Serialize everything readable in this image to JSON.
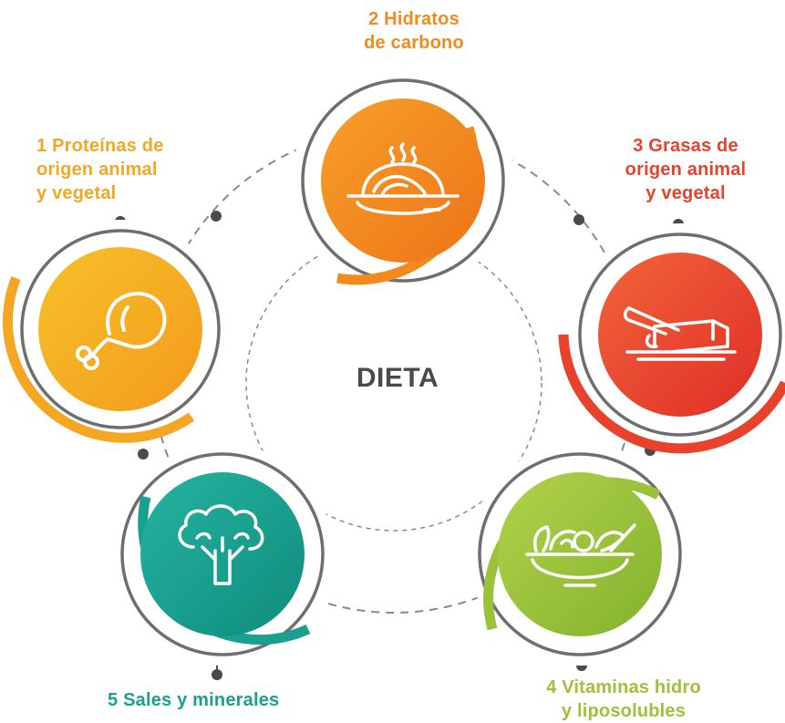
{
  "center": {
    "title": "DIETA"
  },
  "colors": {
    "proteinas": "#f5a623",
    "hidratos": "#f28a1e",
    "grasas": "#e8412c",
    "vitaminas": "#9cc23a",
    "sales": "#1aa08f",
    "ring_gray": "#707070",
    "dash_gray": "#8a8a8a",
    "center_text": "#4a4a4a"
  },
  "nodes": [
    {
      "id": "proteinas",
      "icon": "chicken-leg-icon",
      "lines": [
        "1 Proteínas de",
        "origen animal",
        "y vegetal"
      ]
    },
    {
      "id": "hidratos",
      "icon": "pasta-plate-icon",
      "lines": [
        "2 Hidratos",
        "de carbono"
      ]
    },
    {
      "id": "grasas",
      "icon": "butter-knife-icon",
      "lines": [
        "3 Grasas de",
        "origen animal",
        "y vegetal"
      ]
    },
    {
      "id": "vitaminas",
      "icon": "salad-bowl-icon",
      "lines": [
        "4 Vitaminas hidro",
        "y liposolubles"
      ]
    },
    {
      "id": "sales",
      "icon": "broccoli-icon",
      "lines": [
        "5 Sales y minerales"
      ]
    }
  ]
}
